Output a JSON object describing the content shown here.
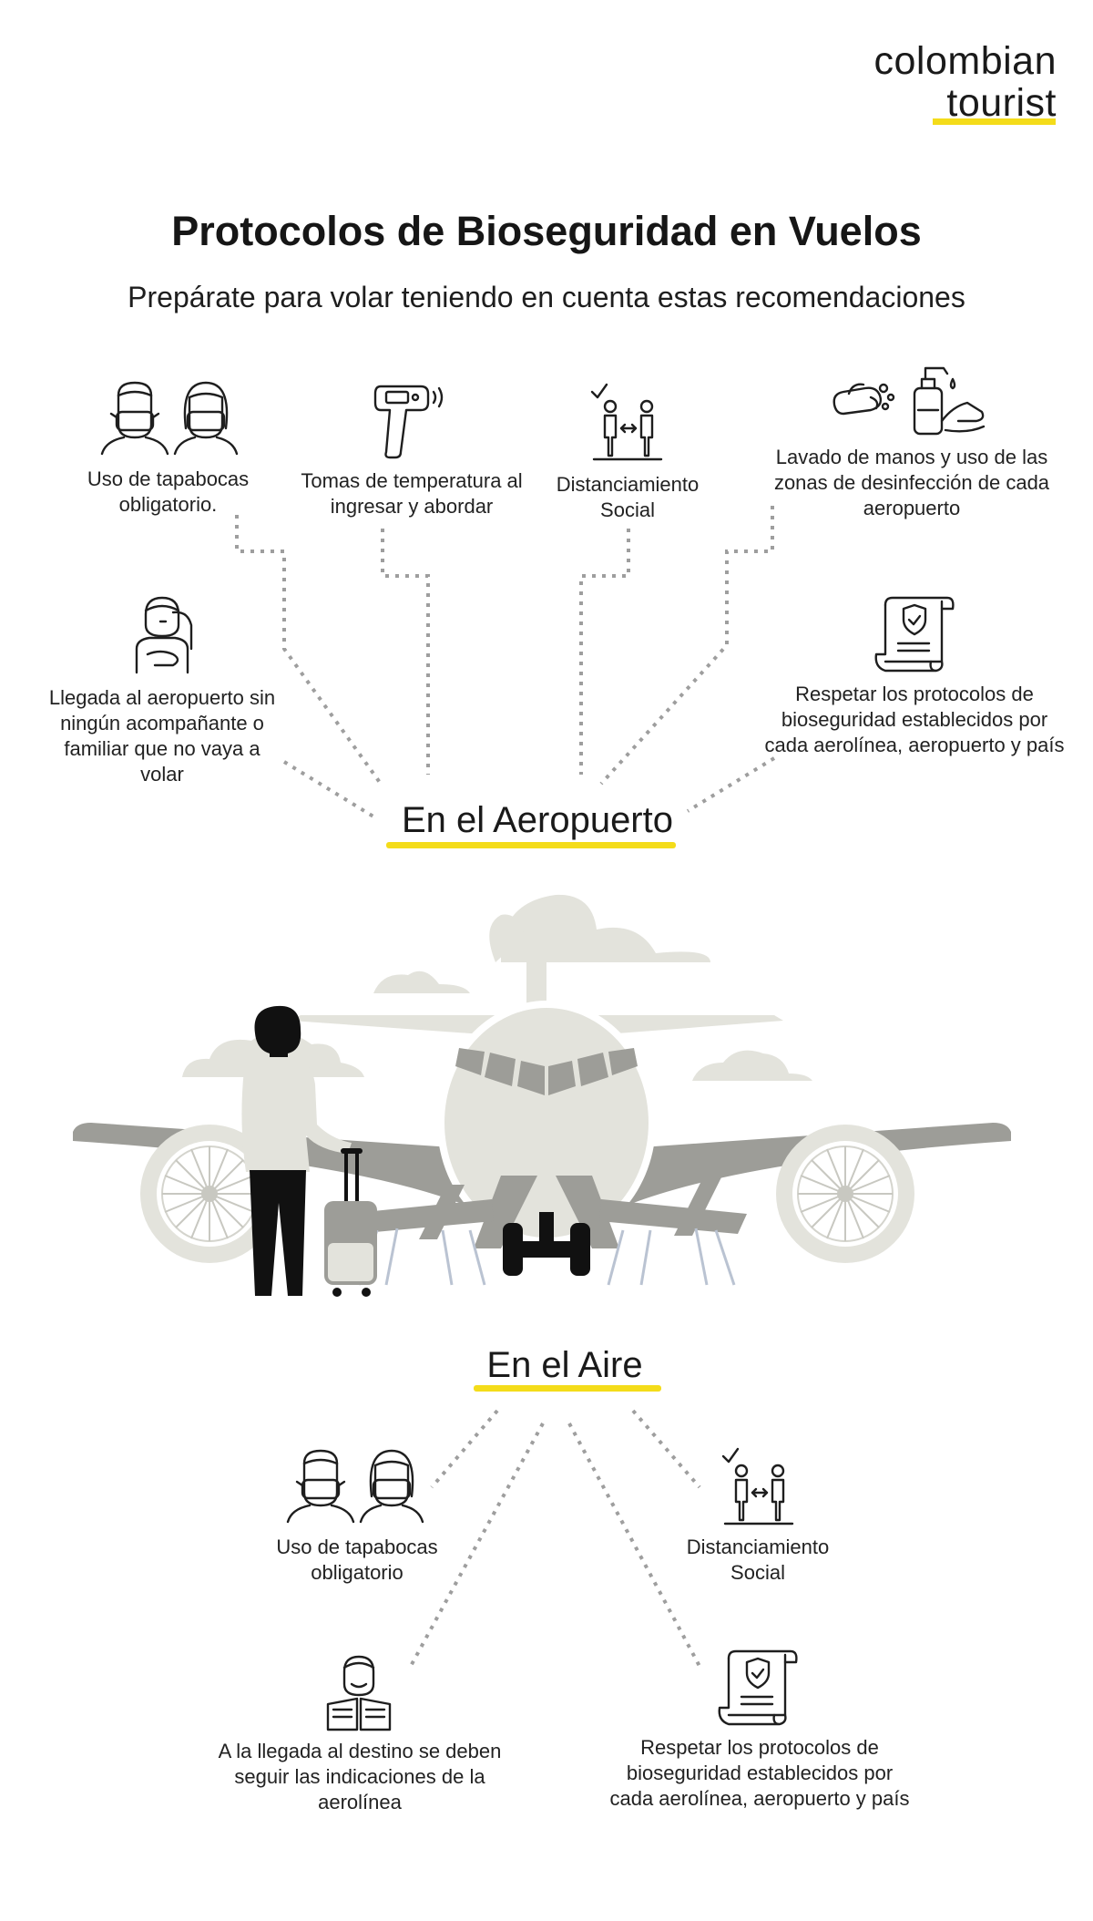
{
  "brand": {
    "line1": "colombian",
    "line2": "tourist",
    "accent_color": "#f4dc1a"
  },
  "title": "Protocolos de Bioseguridad en Vuelos",
  "subtitle": "Prepárate para volar teniendo en cuenta estas recomendaciones",
  "airport": {
    "heading": "En el Aeropuerto",
    "items": [
      {
        "icon": "face-mask-people-icon",
        "text": "Uso de tapabocas obligatorio."
      },
      {
        "icon": "thermometer-gun-icon",
        "text": "Tomas de temperatura al ingresar y abordar"
      },
      {
        "icon": "social-distance-icon",
        "text": "Distanciamiento Social"
      },
      {
        "icon": "hand-wash-sanitizer-icon",
        "text": "Lavado de manos y uso de las zonas de desinfección de cada aeropuerto"
      },
      {
        "icon": "lone-traveler-icon",
        "text": "Llegada al aeropuerto sin ningún acompañante o familiar que no vaya a volar"
      },
      {
        "icon": "protocol-document-icon",
        "text": "Respetar los protocolos de bioseguridad establecidos por cada aerolínea, aeropuerto y país"
      }
    ]
  },
  "air": {
    "heading": "En el Aire",
    "items": [
      {
        "icon": "face-mask-people-icon",
        "text": "Uso de tapabocas obligatorio"
      },
      {
        "icon": "social-distance-icon",
        "text": "Distanciamiento Social"
      },
      {
        "icon": "passenger-reading-icon",
        "text": "A la llegada al destino se deben seguir las indicaciones de la aerolínea"
      },
      {
        "icon": "protocol-document-icon",
        "text": "Respetar los protocolos de bioseguridad establecidos por cada aerolínea, aeropuerto y país"
      }
    ]
  },
  "colors": {
    "accent": "#f4dc1a",
    "plane_light": "#e3e3dc",
    "plane_dark": "#9d9d98",
    "dots": "#9e9e9e"
  }
}
